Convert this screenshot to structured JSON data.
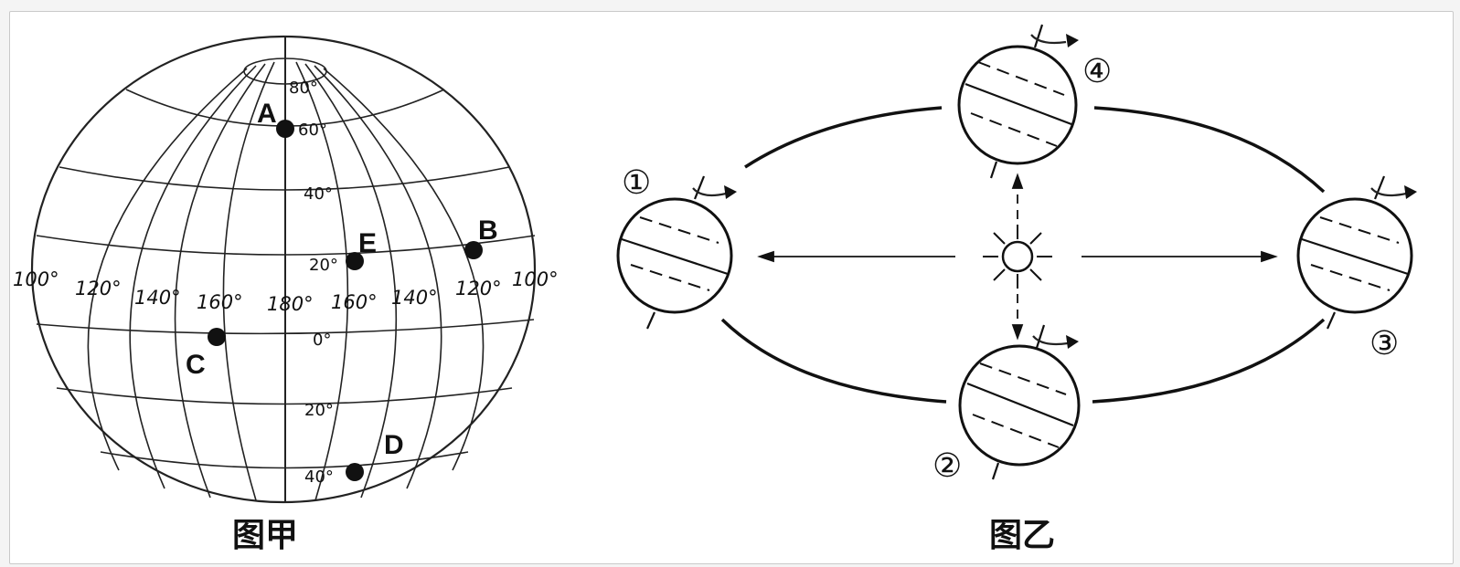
{
  "figure_a": {
    "caption": "图甲",
    "points": {
      "A": "A",
      "B": "B",
      "C": "C",
      "D": "D",
      "E": "E"
    },
    "latitudes": {
      "lat80": "80°",
      "lat60": "60°",
      "lat40n": "40°",
      "lat20n": "20°",
      "lat0": "0°",
      "lat20s": "20°",
      "lat40s": "40°"
    },
    "longitudes": [
      "100°",
      "120°",
      "140°",
      "160°",
      "180°",
      "160°",
      "140°",
      "120°",
      "100°"
    ]
  },
  "figure_b": {
    "caption": "图乙",
    "positions": {
      "p1": "①",
      "p2": "②",
      "p3": "③",
      "p4": "④"
    }
  }
}
